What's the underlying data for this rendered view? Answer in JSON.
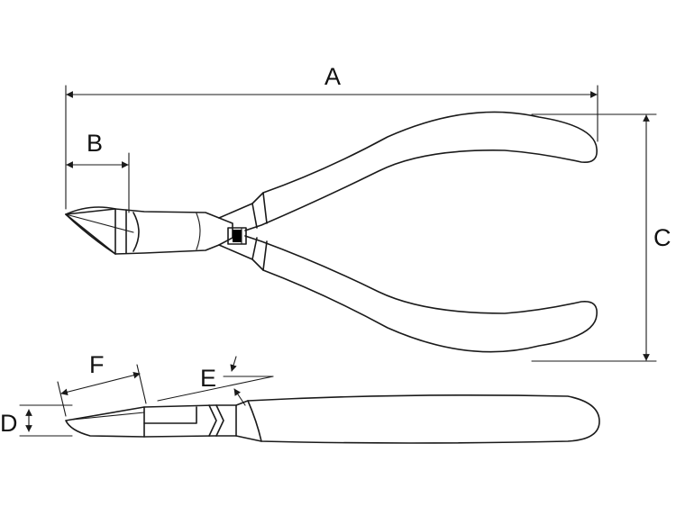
{
  "diagram": {
    "labels": {
      "A": "A",
      "B": "B",
      "C": "C",
      "D": "D",
      "E": "E",
      "F": "F"
    },
    "colors": {
      "stroke": "#1a1a1a",
      "background": "#ffffff",
      "joint_block": "#000000"
    }
  }
}
